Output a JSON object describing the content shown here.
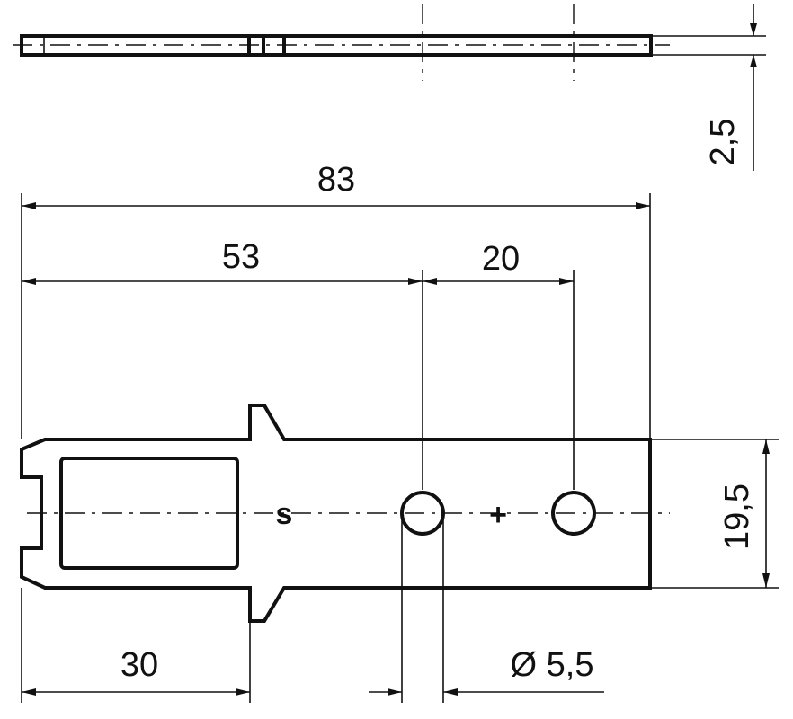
{
  "dimensions": {
    "overall_length": "83",
    "hole_position": "53",
    "hole_spacing": "20",
    "thickness": "2,5",
    "width": "19,5",
    "window_length": "30",
    "hole_diameter": "Ø 5,5"
  },
  "markings": {
    "s_mark": "s",
    "plus_mark": "+"
  }
}
